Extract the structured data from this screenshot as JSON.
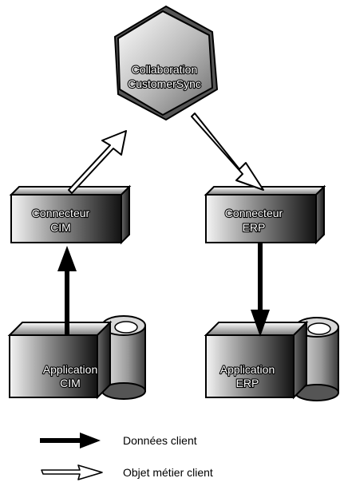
{
  "collaboration": {
    "line1": "Collaboration",
    "line2": "CustomerSync"
  },
  "connector_cim": {
    "line1": "Connecteur",
    "line2": "CIM"
  },
  "connector_erp": {
    "line1": "Connecteur",
    "line2": "ERP"
  },
  "app_cim": {
    "line1": "Application",
    "line2": "CIM"
  },
  "app_erp": {
    "line1": "Application",
    "line2": "ERP"
  },
  "legend": {
    "data_flow": "Données client",
    "business_object": "Objet métier client"
  }
}
